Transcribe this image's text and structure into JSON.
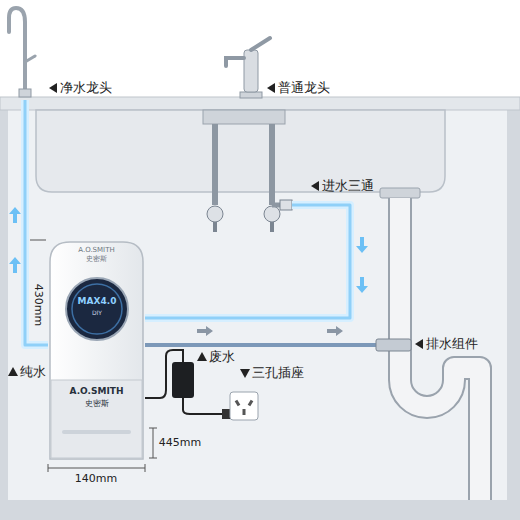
{
  "diagram": {
    "nodes": [
      {
        "text": [
          "A.O.SMITH",
          "史密斯",
          "A.O.SMITH",
          "史密斯"
        ]
      },
      {
        "text": [
          "MAX4.0",
          "DIY"
        ],
        "in": 0
      }
    ],
    "labels": [
      "净水龙头",
      "普通龙头",
      "进水三通",
      "430mm",
      "纯水",
      "废水",
      "排水组件",
      "三孔插座",
      "445mm",
      "140mm"
    ]
  }
}
